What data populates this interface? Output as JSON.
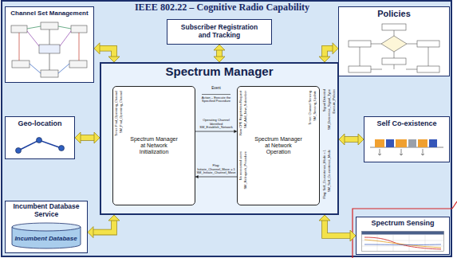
{
  "diagram": {
    "title": "IEEE 802.22 – Cognitive Radio Capability",
    "nodes": [
      {
        "text": [
          "Channel Set Management"
        ]
      },
      {
        "text": [
          "Subscriber Registration and Tracking"
        ]
      },
      {
        "text": [
          "Policies"
        ]
      },
      {
        "text": [
          "Spectrum Manager"
        ]
      },
      {
        "text": [
          "Spectrum Manager at Network Initialization"
        ],
        "in": 3
      },
      {
        "text": [
          "Spectrum Manager at Network Operation"
        ],
        "in": 3
      },
      {
        "text": [
          "Geo-location"
        ]
      },
      {
        "text": [
          "Self Co-existence"
        ]
      },
      {
        "text": [
          "Incumbent Database Service"
        ]
      },
      {
        "text": [
          "Incumbent Database"
        ],
        "in": 8
      },
      {
        "text": [
          "Spectrum Sensing"
        ]
      }
    ],
    "edges": [
      {
        "from": 0,
        "to": 3,
        "arrow": "both"
      },
      {
        "from": 1,
        "to": 3,
        "arrow": "both"
      },
      {
        "from": 2,
        "to": 3,
        "arrow": "both"
      },
      {
        "from": 6,
        "to": 3,
        "arrow": "both"
      },
      {
        "from": 7,
        "to": 3,
        "arrow": "both"
      },
      {
        "from": 8,
        "to": 3,
        "arrow": "both"
      },
      {
        "from": 10,
        "to": 3,
        "arrow": "both"
      },
      {
        "from": 4,
        "to": 5,
        "label": "Operating Channel Identified SM_Establish_Network",
        "arrow": "to"
      },
      {
        "from": 5,
        "to": 4,
        "label": "Flag: Initiate_Channel_Move = 1 SM_Initiate_Channel_Move",
        "arrow": "to"
      }
    ],
    "labels": [
      "Event",
      "Action – Execute the Specified Procedure",
      "Timer: Find_Operating_Channel",
      "SM_Find_Operating_Channel",
      "New CPE Registration Request",
      "SM_Add_New_Subscriber",
      "Timer: Channel Sensing",
      "SM_Sensing_Update",
      "No associated users",
      "SM_Relinquish_Procedure",
      "Signal Detected",
      "SM_Determine_Signal_Type",
      "Execute_Policies",
      "Flag: Self_Co-existence_Mode = 1",
      "SM_Self_Co-existence_Mode"
    ]
  }
}
